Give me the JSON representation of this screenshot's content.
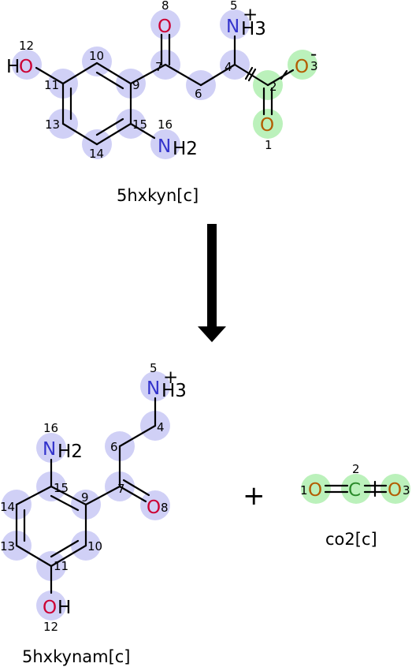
{
  "reactant": {
    "name": "5hxkyn[c]",
    "atoms": {
      "o8": "O",
      "n5": "N",
      "h3": "H3",
      "plus": "+",
      "o3": "O",
      "minus": "-",
      "o1": "O",
      "oh_h": "H",
      "oh_o": "O",
      "n16": "N",
      "h2": "H2"
    },
    "labels": [
      "8",
      "5",
      "12",
      "10",
      "7",
      "4",
      "2",
      "3",
      "11",
      "9",
      "6",
      "13",
      "15",
      "16",
      "14",
      "1"
    ]
  },
  "arrow": {
    "color": "#000000"
  },
  "product1": {
    "name": "5hxkynam[c]",
    "atoms": {
      "n5": "N",
      "h3": "H3",
      "plus": "+",
      "n16": "N",
      "h2": "H2",
      "o8": "O",
      "o_oh": "O",
      "h_oh": "H"
    },
    "labels": [
      "5",
      "4",
      "16",
      "6",
      "15",
      "9",
      "7",
      "8",
      "14",
      "13",
      "10",
      "11",
      "12"
    ]
  },
  "plus_sign": "+",
  "product2": {
    "name": "co2[c]",
    "atoms": {
      "o1": "O",
      "c2": "C",
      "o3": "O"
    },
    "labels": [
      "1",
      "2",
      "3"
    ]
  },
  "colors": {
    "oxygen": "#cc0033",
    "nitrogen": "#3333cc",
    "oxygen_hl": "#b35c00",
    "carbon_hl": "#2a8a2a",
    "highlight_blue": "#c8c8f5",
    "highlight_green": "#b4f0b4"
  }
}
